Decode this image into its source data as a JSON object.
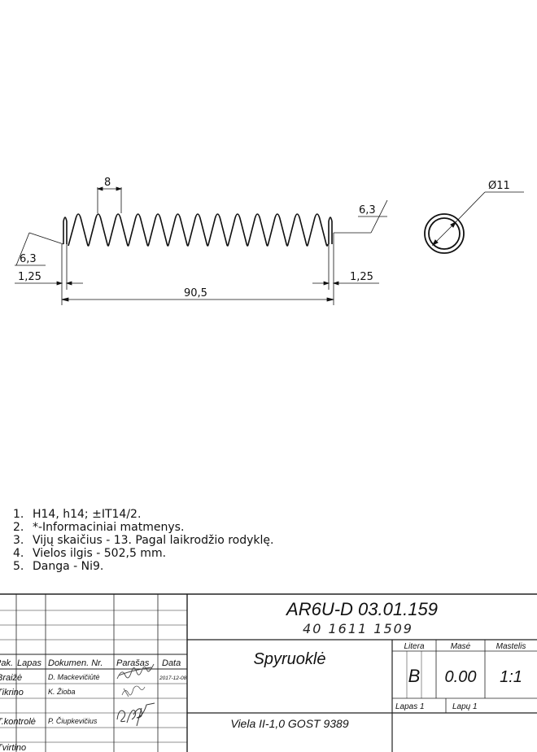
{
  "drawing": {
    "dims": {
      "pitch": "8",
      "diameter": "Ø11",
      "wire_angle_right": "6,3",
      "wire_angle_left": "6,3",
      "end_left": "1,25",
      "end_right": "1,25",
      "length": "90,5"
    }
  },
  "notes": [
    {
      "num": "1.",
      "text": "H14, h14; ±IT14/2."
    },
    {
      "num": "2.",
      "text": "*-Informaciniai matmenys."
    },
    {
      "num": "3.",
      "text": "Vijų skaičius - 13. Pagal laikrodžio rodyklę."
    },
    {
      "num": "4.",
      "text": "Vielos ilgis - 502,5 mm."
    },
    {
      "num": "5.",
      "text": "Danga - Ni9."
    }
  ],
  "title_block": {
    "doc_code": "AR6U-D 03.01.159",
    "handwritten_code": "40 1611 1509",
    "part_name": "Spyruoklė",
    "material": "Viela II-1,0 GOST 9389",
    "header": {
      "pak": "Pak.",
      "lapas": "Lapas",
      "dokumen": "Dokumen. Nr.",
      "parasas": "Parašas",
      "data": "Data"
    },
    "rows": [
      {
        "role": "Braižė",
        "name": "D. Mackevičiūtė",
        "date": "2017-12-08"
      },
      {
        "role": "Tikrino",
        "name": "K. Žioba",
        "date": ""
      },
      {
        "role": "T.kontrolė",
        "name": "P. Čiupkevičius",
        "date": ""
      },
      {
        "role": "Tvirtino",
        "name": "",
        "date": ""
      }
    ],
    "litera_label": "Litera",
    "mase_label": "Masė",
    "mastelis_label": "Mastelis",
    "litera_value": "B",
    "mase_value": "0.00",
    "mastelis_value": "1:1",
    "lapas_label": "Lapas 1",
    "lapu_label": "Lapų 1"
  }
}
